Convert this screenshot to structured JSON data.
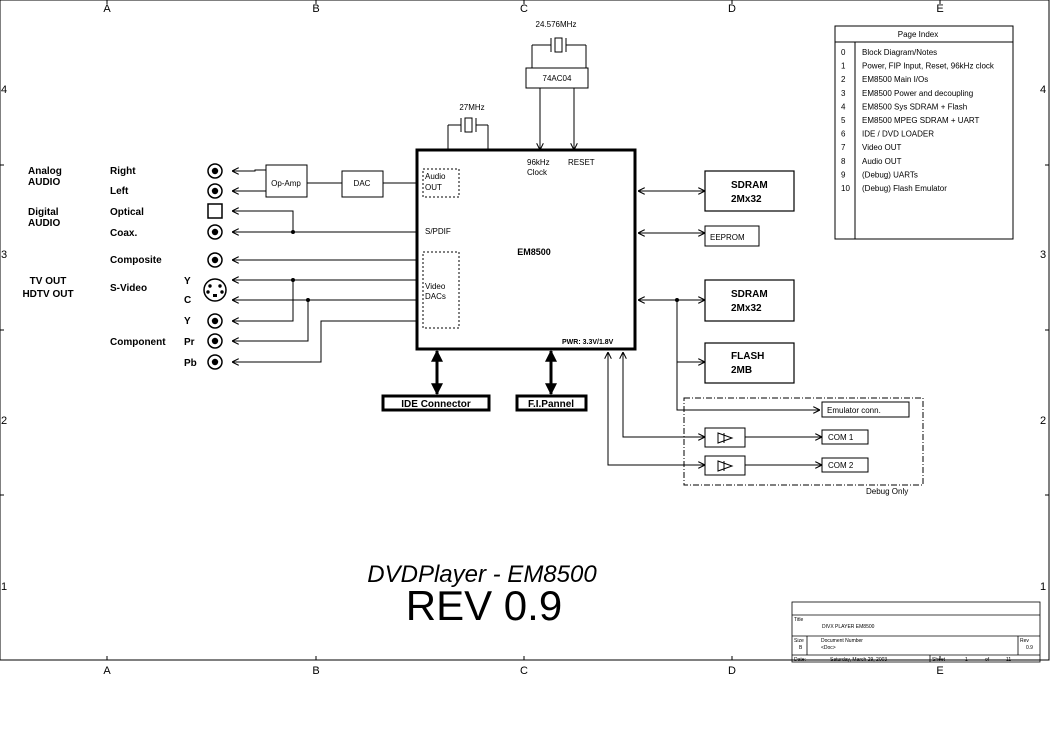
{
  "grid": {
    "columns": [
      "A",
      "B",
      "C",
      "D",
      "E"
    ],
    "rows": [
      "4",
      "3",
      "2",
      "1"
    ]
  },
  "crystals": {
    "main": "24.576MHz",
    "video": "27MHz"
  },
  "oscillator": "74AC04",
  "chip": {
    "name": "EM8500",
    "audio_out": [
      "Audio",
      "OUT"
    ],
    "spdif": "S/PDIF",
    "video_dacs": [
      "Video",
      "DACs"
    ],
    "clock": [
      "96kHz",
      "Clock"
    ],
    "reset": "RESET",
    "power": "PWR: 3.3V/1.8V"
  },
  "audio_chain": {
    "opamp": "Op-Amp",
    "dac": "DAC"
  },
  "groups": {
    "analog_audio": [
      "Analog",
      "AUDIO"
    ],
    "digital_audio": [
      "Digital",
      "AUDIO"
    ],
    "tv_out": [
      "TV OUT",
      "HDTV OUT"
    ]
  },
  "connectors": {
    "right": "Right",
    "left": "Left",
    "optical": "Optical",
    "coax": "Coax.",
    "composite": "Composite",
    "svideo": "S-Video",
    "component": "Component",
    "y": "Y",
    "c": "C",
    "pr": "Pr",
    "pb": "Pb"
  },
  "memory": {
    "sdram1": [
      "SDRAM",
      "2Mx32"
    ],
    "eeprom": "EEPROM",
    "sdram2": [
      "SDRAM",
      "2Mx32"
    ],
    "flash": [
      "FLASH",
      "2MB"
    ]
  },
  "debug": {
    "emulator": "Emulator conn.",
    "com1": "COM 1",
    "com2": "COM 2",
    "label": "Debug Only"
  },
  "bottom_connectors": {
    "ide": "IDE Connector",
    "panel": "F.I.Pannel"
  },
  "page_index": {
    "title": "Page Index",
    "entries": [
      {
        "num": "0",
        "text": "Block Diagram/Notes"
      },
      {
        "num": "1",
        "text": "Power, FIP Input, Reset, 96kHz clock"
      },
      {
        "num": "2",
        "text": "EM8500 Main I/Os"
      },
      {
        "num": "3",
        "text": "EM8500 Power and decoupling"
      },
      {
        "num": "4",
        "text": "EM8500 Sys SDRAM + Flash"
      },
      {
        "num": "5",
        "text": "EM8500 MPEG SDRAM + UART"
      },
      {
        "num": "6",
        "text": "IDE / DVD LOADER"
      },
      {
        "num": "7",
        "text": "Video OUT"
      },
      {
        "num": "8",
        "text": "Audio OUT"
      },
      {
        "num": "9",
        "text": "(Debug) UARTs"
      },
      {
        "num": "10",
        "text": "(Debug) Flash Emulator"
      }
    ]
  },
  "title_text": "DVDPlayer - EM8500",
  "revision_text": "REV 0.9",
  "title_block": {
    "title_label": "Title",
    "title_value": "DIVX PLAYER EM8500",
    "size_label": "Size",
    "size_value": "B",
    "docnum_label": "Document Number",
    "docnum_value": "<Doc>",
    "rev_label": "Rev",
    "rev_value": "0.9",
    "date_label": "Date:",
    "date_value": "Saturday, March 29, 2003",
    "sheet_label": "Sheet",
    "sheet_value": "1",
    "of_label": "of",
    "of_value": "11"
  }
}
